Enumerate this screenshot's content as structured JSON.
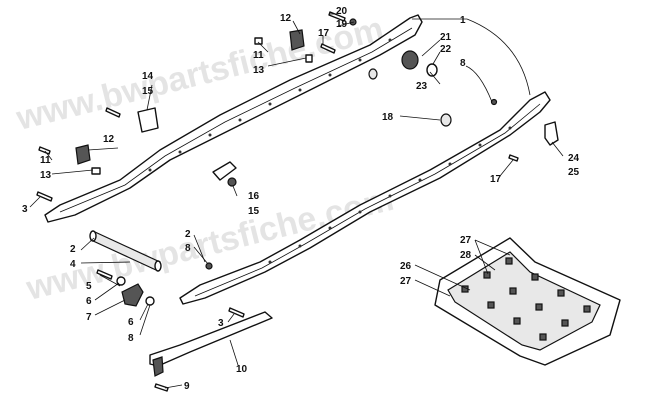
{
  "watermark": "www.bwpartsfiche.com",
  "callouts": {
    "c1": "1",
    "c2a": "2",
    "c2b": "2",
    "c3a": "3",
    "c3b": "3",
    "c4": "4",
    "c5": "5",
    "c6a": "6",
    "c6b": "6",
    "c7": "7",
    "c8a": "8",
    "c8b": "8",
    "c8c": "8",
    "c9": "9",
    "c10": "10",
    "c11a": "11",
    "c11b": "11",
    "c12a": "12",
    "c12b": "12",
    "c13a": "13",
    "c13b": "13",
    "c14": "14",
    "c15a": "15",
    "c15b": "15",
    "c16": "16",
    "c17a": "17",
    "c17b": "17",
    "c18": "18",
    "c19": "19",
    "c20": "20",
    "c21": "21",
    "c22": "22",
    "c23": "23",
    "c24": "24",
    "c25": "25",
    "c26": "26",
    "c27a": "27",
    "c27b": "27",
    "c28": "28"
  }
}
